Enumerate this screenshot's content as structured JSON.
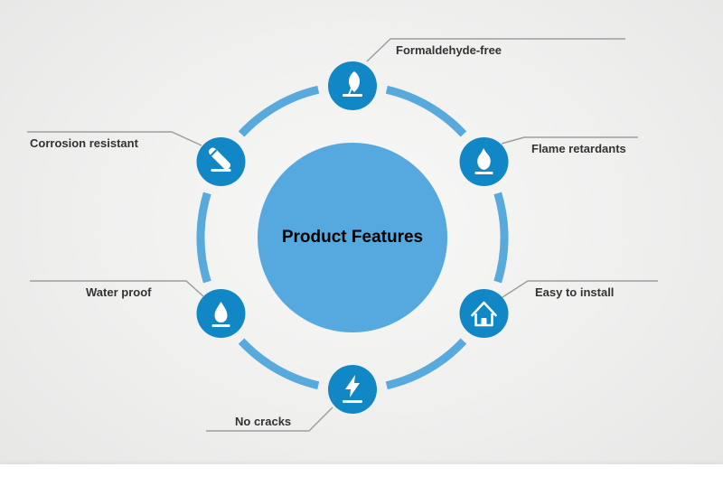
{
  "title": "Product Features",
  "features": [
    {
      "label": "Formaldehyde-free",
      "icon": "leaf-icon"
    },
    {
      "label": "Flame retardants",
      "icon": "flame-icon"
    },
    {
      "label": "Easy to install",
      "icon": "house-icon"
    },
    {
      "label": "No cracks",
      "icon": "lightning-icon"
    },
    {
      "label": "Water proof",
      "icon": "water-drop-icon"
    },
    {
      "label": "Corrosion resistant",
      "icon": "test-tube-icon"
    }
  ],
  "colors": {
    "center_circle": "#55a9de",
    "ring": "#58aadd",
    "icon_background": "#1287c6",
    "icon_glyph": "#ffffff",
    "leader_line": "#9e9e9e",
    "label_text": "#333333",
    "title_text": "#000000",
    "background": "#efefee"
  }
}
